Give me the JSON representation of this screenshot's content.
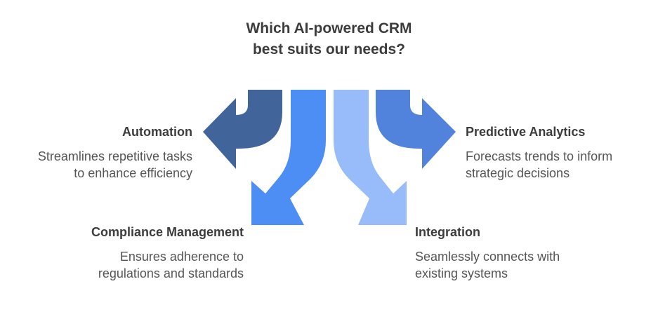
{
  "title_lines": [
    "Which AI-powered CRM",
    "best suits our needs?"
  ],
  "options": {
    "automation": {
      "heading": "Automation",
      "desc_lines": [
        "Streamlines repetitive tasks",
        "to enhance efficiency"
      ],
      "color": "#41649b"
    },
    "compliance": {
      "heading": "Compliance Management",
      "desc_lines": [
        "Ensures adherence to",
        "regulations and standards"
      ],
      "color": "#4d8ef5"
    },
    "predictive": {
      "heading": "Predictive Analytics",
      "desc_lines": [
        "Forecasts trends to inform",
        "strategic decisions"
      ],
      "color": "#5283dc"
    },
    "integration": {
      "heading": "Integration",
      "desc_lines": [
        "Seamlessly connects with",
        "existing systems"
      ],
      "color": "#98bcf9"
    }
  }
}
